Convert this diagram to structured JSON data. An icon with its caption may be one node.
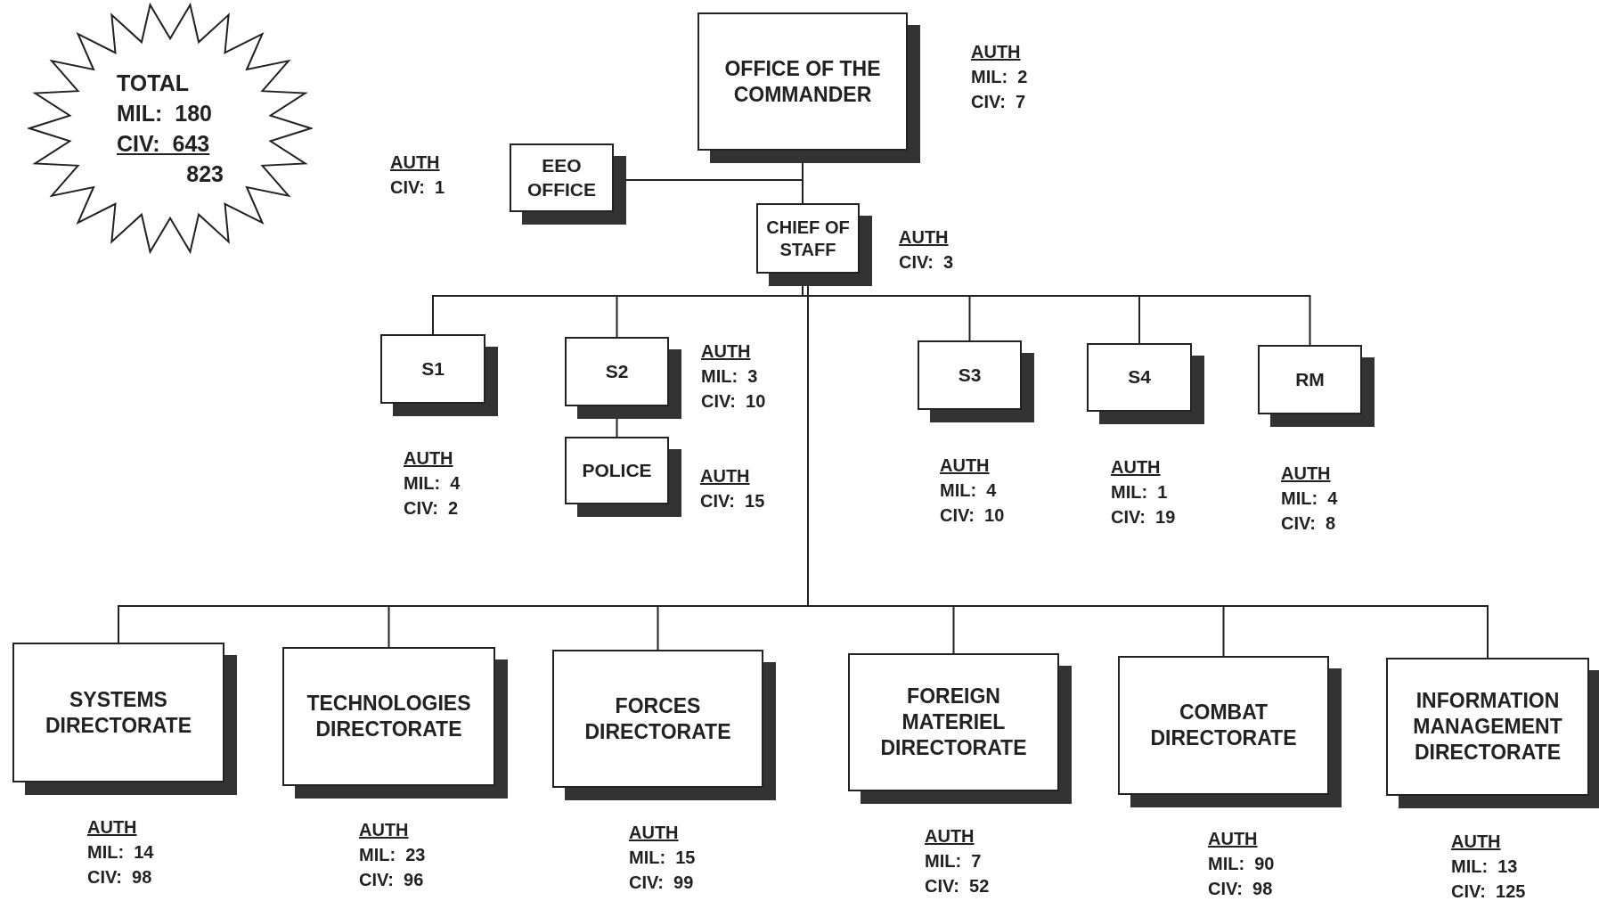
{
  "diagram": {
    "nodes": [
      {
        "text": [
          "TOTAL",
          "MIL:  180",
          "CIV:  643",
          "823"
        ]
      },
      {
        "text": [
          "OFFICE OF THE COMMANDER"
        ],
        "beside": [
          "AUTH",
          "MIL:  2",
          "CIV:  7"
        ]
      },
      {
        "text": [
          "EEO OFFICE"
        ],
        "beside": [
          "AUTH",
          "CIV:  1"
        ]
      },
      {
        "text": [
          "CHIEF OF STAFF"
        ],
        "beside": [
          "AUTH",
          "CIV:  3"
        ]
      },
      {
        "text": [
          "S1"
        ],
        "beside": [
          "AUTH",
          "MIL:  4",
          "CIV:  2"
        ]
      },
      {
        "text": [
          "S2"
        ],
        "beside": [
          "AUTH",
          "MIL:  3",
          "CIV:  10"
        ]
      },
      {
        "text": [
          "POLICE"
        ],
        "beside": [
          "AUTH",
          "CIV:  15"
        ]
      },
      {
        "text": [
          "S3"
        ],
        "beside": [
          "AUTH",
          "MIL:  4",
          "CIV:  10"
        ]
      },
      {
        "text": [
          "S4"
        ],
        "beside": [
          "AUTH",
          "MIL:  1",
          "CIV:  19"
        ]
      },
      {
        "text": [
          "RM"
        ],
        "beside": [
          "AUTH",
          "MIL:  4",
          "CIV:  8"
        ]
      },
      {
        "text": [
          "SYSTEMS DIRECTORATE"
        ],
        "beside": [
          "AUTH",
          "MIL:  14",
          "CIV:  98"
        ]
      },
      {
        "text": [
          "TECHNOLOGIES DIRECTORATE"
        ],
        "beside": [
          "AUTH",
          "MIL:  23",
          "CIV:  96"
        ]
      },
      {
        "text": [
          "FORCES DIRECTORATE"
        ],
        "beside": [
          "AUTH",
          "MIL:  15",
          "CIV:  99"
        ]
      },
      {
        "text": [
          "FOREIGN MATERIEL DIRECTORATE"
        ],
        "beside": [
          "AUTH",
          "MIL:  7",
          "CIV:  52"
        ]
      },
      {
        "text": [
          "COMBAT DIRECTORATE"
        ],
        "beside": [
          "AUTH",
          "MIL:  90",
          "CIV:  98"
        ]
      },
      {
        "text": [
          "INFORMATION MANAGEMENT DIRECTORATE"
        ],
        "beside": [
          "AUTH",
          "MIL:  13",
          "CIV:  125"
        ]
      }
    ],
    "edges": [
      {
        "from": 1,
        "to": 3,
        "arrow": "none"
      },
      {
        "from": 1,
        "to": 2,
        "arrow": "none"
      },
      {
        "from": 3,
        "to": 4,
        "arrow": "none"
      },
      {
        "from": 3,
        "to": 5,
        "arrow": "none"
      },
      {
        "from": 3,
        "to": 7,
        "arrow": "none"
      },
      {
        "from": 3,
        "to": 8,
        "arrow": "none"
      },
      {
        "from": 3,
        "to": 9,
        "arrow": "none"
      },
      {
        "from": 5,
        "to": 6,
        "arrow": "none"
      },
      {
        "from": 3,
        "to": 10,
        "arrow": "none"
      },
      {
        "from": 3,
        "to": 11,
        "arrow": "none"
      },
      {
        "from": 3,
        "to": 12,
        "arrow": "none"
      },
      {
        "from": 3,
        "to": 13,
        "arrow": "none"
      },
      {
        "from": 3,
        "to": 14,
        "arrow": "none"
      },
      {
        "from": 3,
        "to": 15,
        "arrow": "none"
      }
    ]
  }
}
